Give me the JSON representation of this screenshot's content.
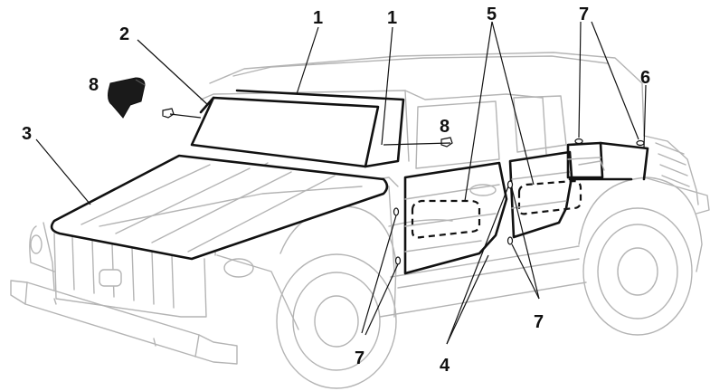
{
  "callouts": {
    "windshield_seal_a": "1",
    "windshield_seal_b": "1",
    "windshield_frame": "2",
    "hood": "3",
    "door_panel": "4",
    "door_seal": "5",
    "rear_door": "6",
    "clip_rear_a": "7",
    "clip_lower_left": "7",
    "clip_lower_right": "7",
    "bumper_stop": "8",
    "bumper_stop_b": "8"
  },
  "colors": {
    "outline_gray": "#b4b4b4",
    "highlight_black": "#111111",
    "background": "#ffffff"
  }
}
